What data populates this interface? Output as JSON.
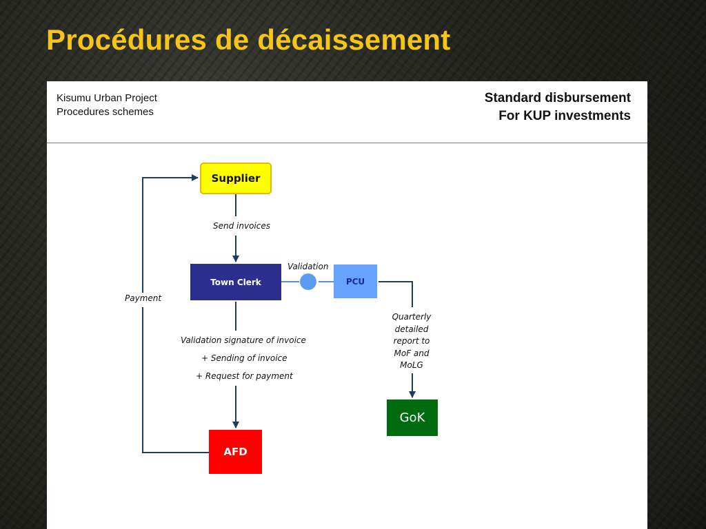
{
  "slide": {
    "title": "Procédures de décaissement"
  },
  "header": {
    "left_line1": "Kisumu Urban Project",
    "left_line2": "Procedures schemes",
    "right_line1": "Standard disbursement",
    "right_line2": "For KUP investments"
  },
  "nodes": {
    "supplier": "Supplier",
    "town_clerk": "Town Clerk",
    "pcu": "PCU",
    "gok": "GoK",
    "afd": "AFD"
  },
  "labels": {
    "send_invoices": "Send invoices",
    "validation": "Validation",
    "payment": "Payment",
    "validation_signature": "Validation signature of invoice",
    "sending_of_invoice": "+ Sending of invoice",
    "request_for_payment": "+ Request for payment",
    "quarterly_report": "Quarterly detailed report to MoF and MoLG"
  },
  "colors": {
    "title": "#f5c518",
    "supplier": "#ffff00",
    "town_clerk": "#2d2f8f",
    "pcu": "#66a3ff",
    "gok": "#006b0f",
    "afd": "#ff0000",
    "connector": "#1f3b5e",
    "validation_dot": "#5b9bf0"
  }
}
